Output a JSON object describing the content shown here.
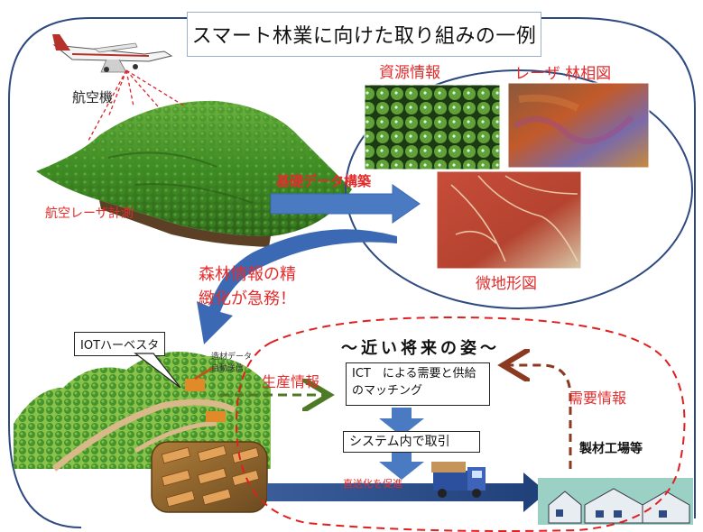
{
  "title": "スマート林業に向けた取り組みの一例",
  "labels": {
    "aircraft": "航空機",
    "laser_measurement": "航空レーザ計測",
    "data_construction": "基礎データ構築",
    "resource_info": "資源情報",
    "laser_forest_map": "レーザ 林相図",
    "micro_topography": "微地形図",
    "forest_info_urgent_1": "森林情報の精",
    "forest_info_urgent_2": "緻化が急務！",
    "iot_harvester": "IOTハーベスタ",
    "small_text_1": "造材データ",
    "small_text_2": "自動送信",
    "production_info": "生産情報",
    "near_future": "～近い将来の姿～",
    "ict_matching_1": "ICT　による需要と供給",
    "ict_matching_2": "のマッチング",
    "system_trade": "システム内で取引",
    "direct_delivery": "直送化を促進",
    "demand_info": "需要情報",
    "sawmill": "製材工場等"
  },
  "colors": {
    "accent_blue": "#3b69b3",
    "dark_navy": "#2e4a80",
    "label_red": "#e32c2c",
    "dashed_red": "#e01f1f",
    "dashed_green": "#4e7a26",
    "dashed_brown": "#8b3a20"
  }
}
